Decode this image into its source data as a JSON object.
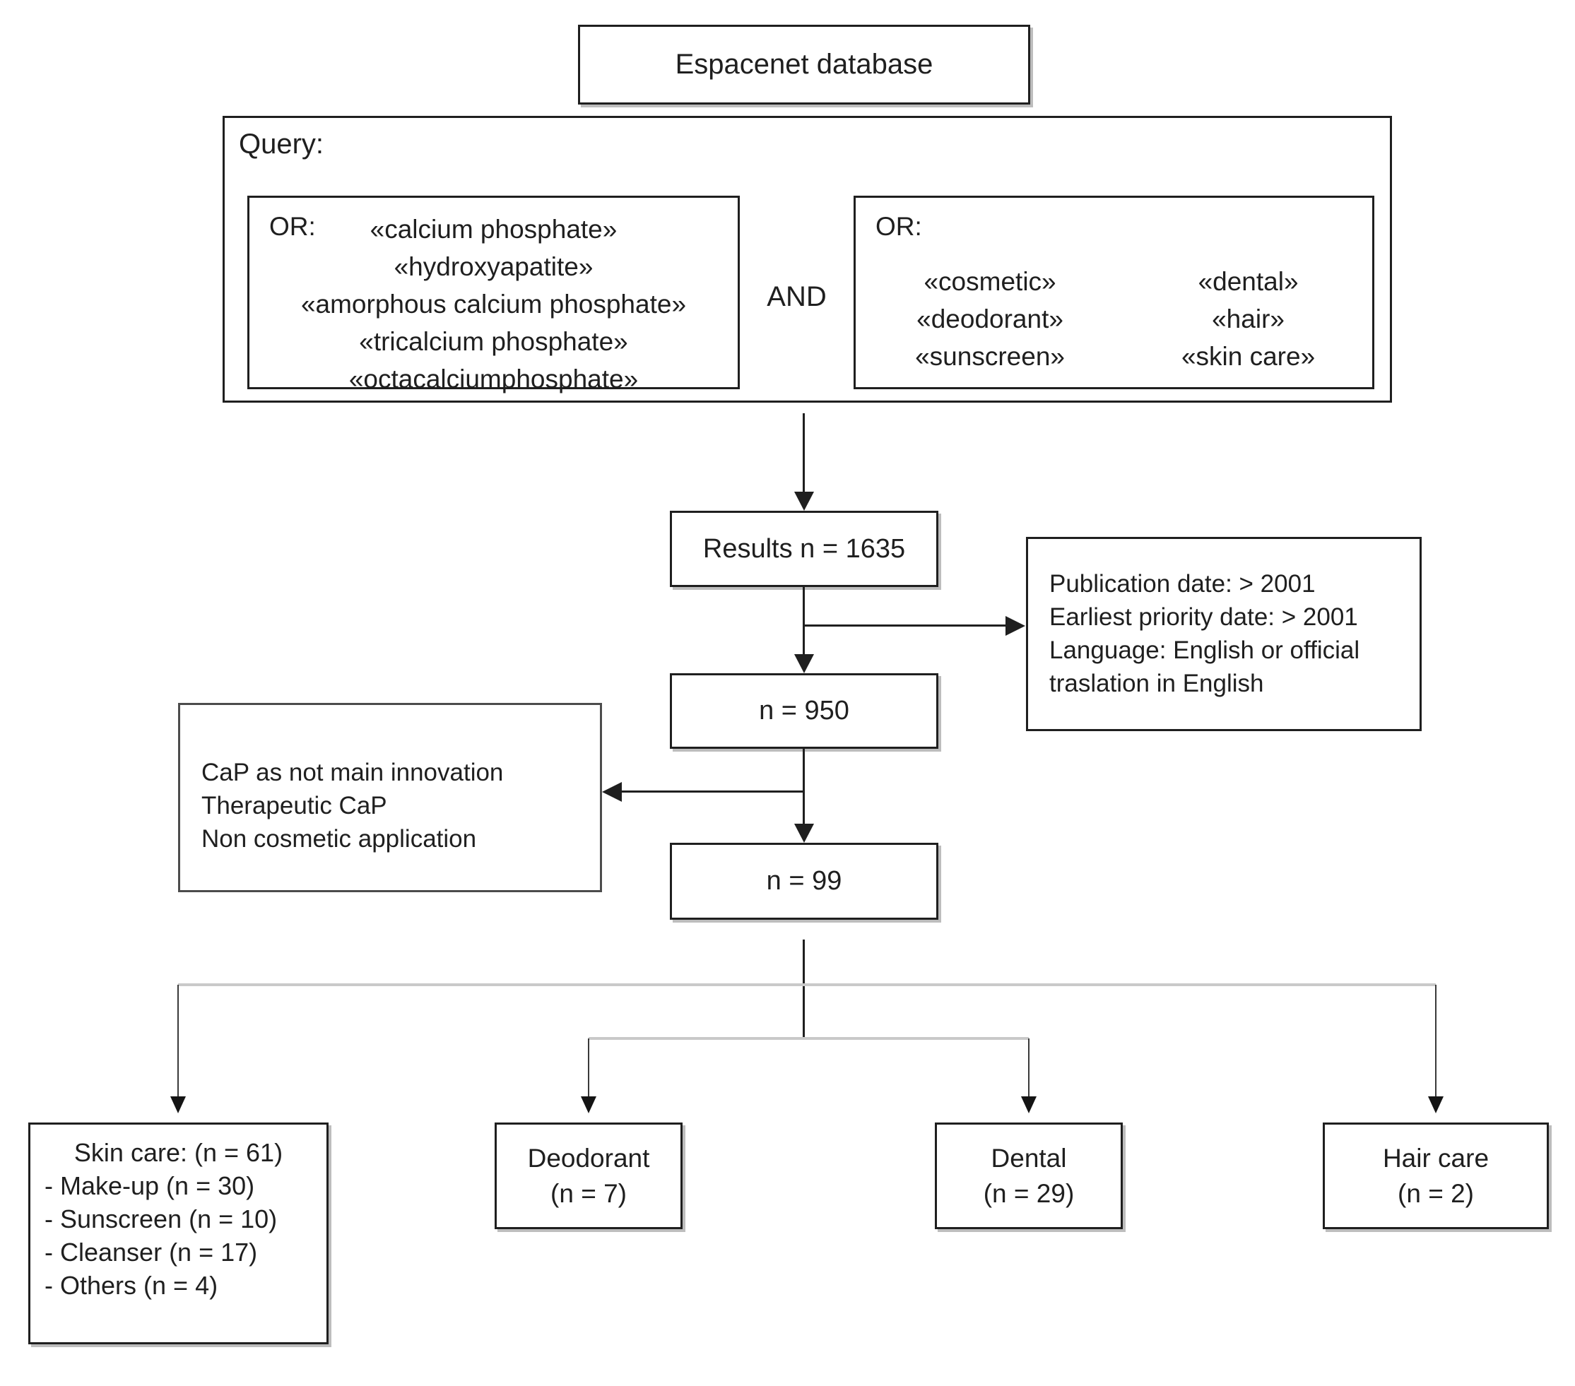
{
  "diagram": {
    "database": {
      "label": "Espacenet database"
    },
    "query": {
      "title": "Query:",
      "and_operator": "AND",
      "material_terms": {
        "operator": "OR:",
        "terms": [
          "«calcium phosphate»",
          "«hydroxyapatite»",
          "«amorphous calcium phosphate»",
          "«tricalcium phosphate»",
          "«octacalciumphosphate»"
        ]
      },
      "application_terms": {
        "operator": "OR:",
        "col1": [
          "«cosmetic»",
          "«deodorant»",
          "«sunscreen»"
        ],
        "col2": [
          "«dental»",
          "«hair»",
          "«skin care»"
        ]
      }
    },
    "results": {
      "label": "Results n = 1635"
    },
    "inclusion_criteria": {
      "lines": [
        "Publication date: > 2001",
        "Earliest priority date: > 2001",
        "Language: English or official",
        "traslation in English"
      ]
    },
    "n950": {
      "label": "n = 950"
    },
    "exclusion_criteria": {
      "lines": [
        "CaP as not main innovation",
        "Therapeutic CaP",
        "Non cosmetic application"
      ]
    },
    "n99": {
      "label": "n = 99"
    },
    "categories": {
      "skin_care": {
        "title": "Skin care: (n = 61)",
        "items": [
          "- Make-up (n = 30)",
          "- Sunscreen (n = 10)",
          "- Cleanser (n = 17)",
          "- Others (n = 4)"
        ]
      },
      "deodorant": {
        "name": "Deodorant",
        "count": "(n = 7)"
      },
      "dental": {
        "name": "Dental",
        "count": "(n = 29)"
      },
      "hair_care": {
        "name": "Hair care",
        "count": "(n = 2)"
      }
    },
    "colors": {
      "line": "#1f1f1f",
      "connector_gray": "#c9c9c9",
      "exclusion_border": "#4c4c4c"
    }
  }
}
